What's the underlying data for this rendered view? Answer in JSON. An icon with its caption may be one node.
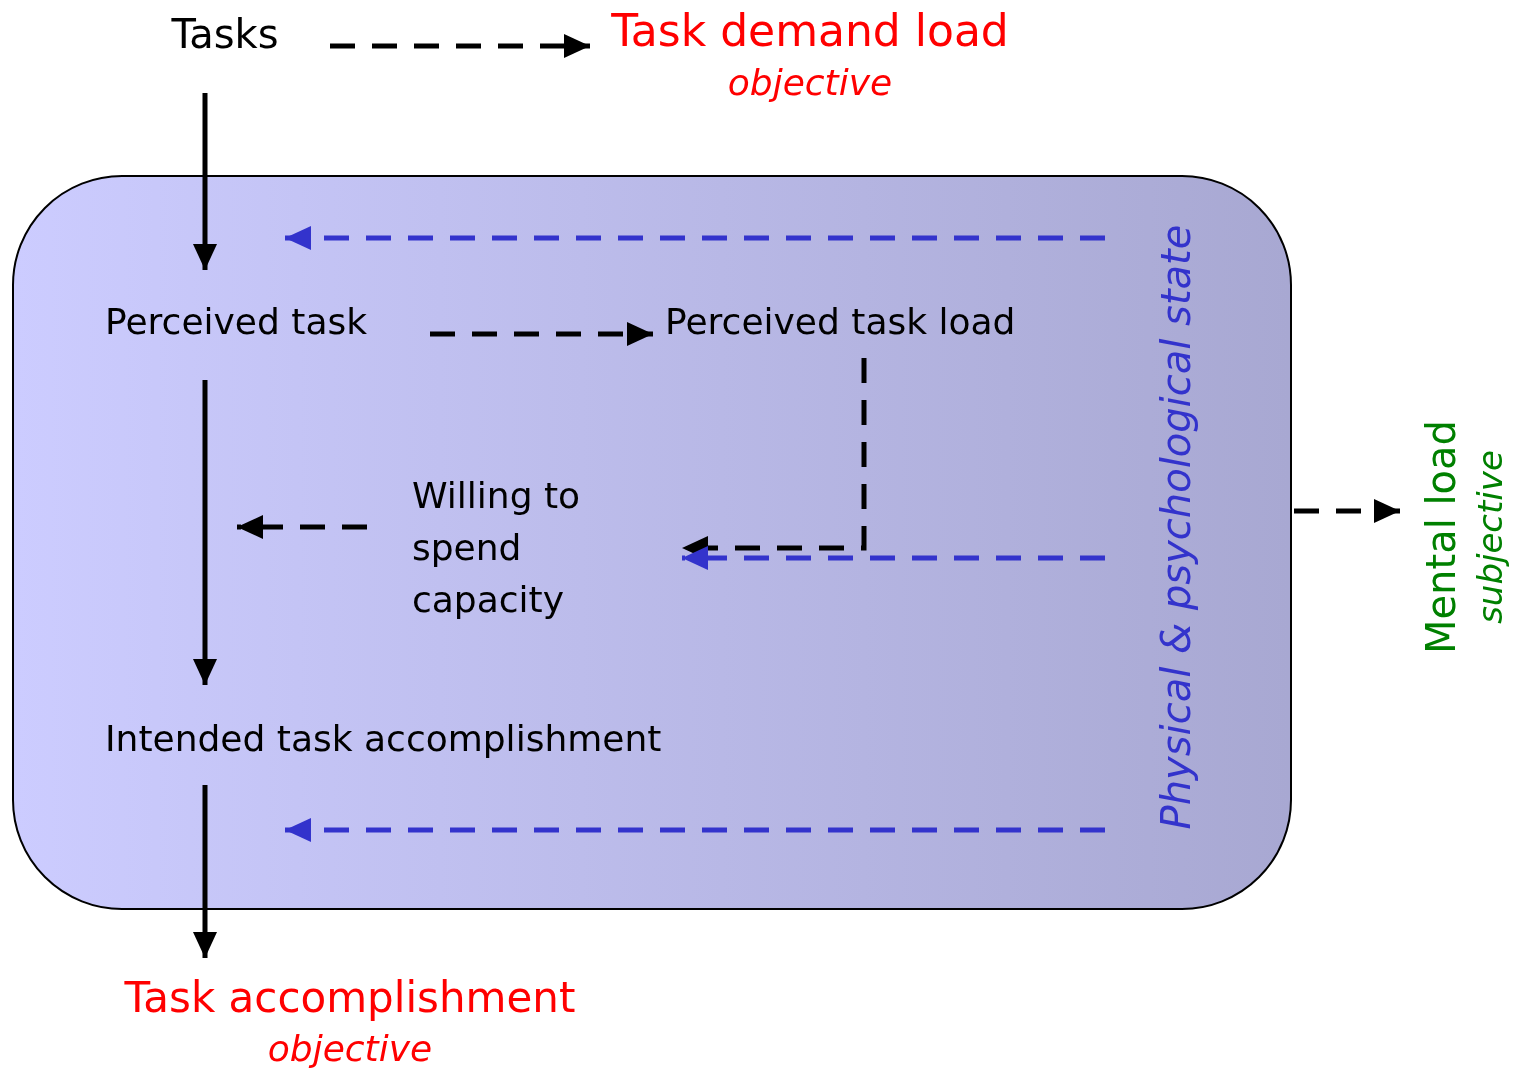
{
  "diagram": {
    "nodes": [
      {
        "text": [
          "Tasks"
        ]
      },
      {
        "text": [
          "Task demand load",
          "objective"
        ]
      },
      {
        "text": [],
        "shape": "box"
      },
      {
        "text": [
          "Perceived task"
        ],
        "in": 2
      },
      {
        "text": [
          "Perceived task load"
        ],
        "in": 2
      },
      {
        "text": [
          "Willing to spend capacity"
        ],
        "in": 2
      },
      {
        "text": [
          "Intended task accomplishment"
        ],
        "in": 2
      },
      {
        "text": [
          "Physical & psychological state"
        ],
        "in": 2
      },
      {
        "text": [
          "Mental load",
          "subjective"
        ]
      },
      {
        "text": [
          "Task accomplishment",
          "objective"
        ]
      }
    ],
    "edges": [
      {
        "from": 0,
        "to": 1,
        "arrow": "to",
        "style": "dashed"
      },
      {
        "from": 0,
        "to": 3,
        "arrow": "to"
      },
      {
        "from": 7,
        "to": null,
        "arrow": "to",
        "style": "dashed",
        "color": "#3333cc"
      },
      {
        "from": 3,
        "to": 4,
        "arrow": "to",
        "style": "dashed"
      },
      {
        "from": 3,
        "to": 6,
        "arrow": "to"
      },
      {
        "from": 4,
        "to": 5,
        "arrow": "to",
        "style": "dashed"
      },
      {
        "from": 7,
        "to": 5,
        "arrow": "to",
        "style": "dashed",
        "color": "#3333cc"
      },
      {
        "from": 5,
        "to": null,
        "arrow": "to",
        "style": "dashed"
      },
      {
        "from": 2,
        "to": 8,
        "arrow": "to",
        "style": "dashed"
      },
      {
        "from": 7,
        "to": null,
        "arrow": "to",
        "style": "dashed",
        "color": "#3333cc"
      },
      {
        "from": 6,
        "to": 9,
        "arrow": "to"
      }
    ]
  }
}
